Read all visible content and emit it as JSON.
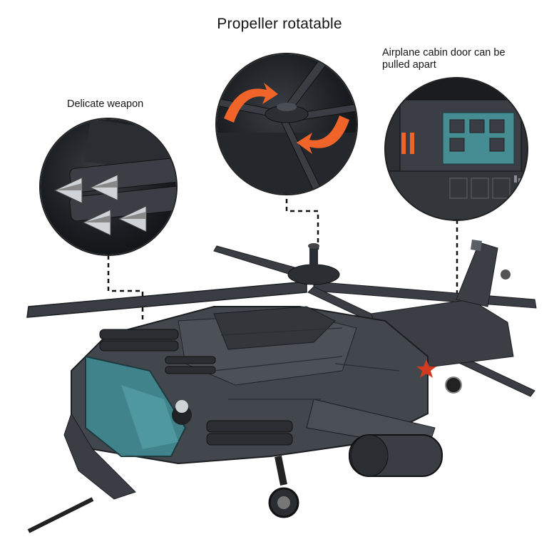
{
  "title": "Propeller rotatable",
  "callouts": {
    "weapon": "Delicate weapon",
    "door_line1": "Airplane cabin door can be",
    "door_line2": "pulled apart"
  },
  "colors": {
    "body": "#3d4147",
    "body_dark": "#24272b",
    "canopy": "#3f8e95",
    "accent_orange": "#f0642a",
    "leader_line": "#111111"
  }
}
